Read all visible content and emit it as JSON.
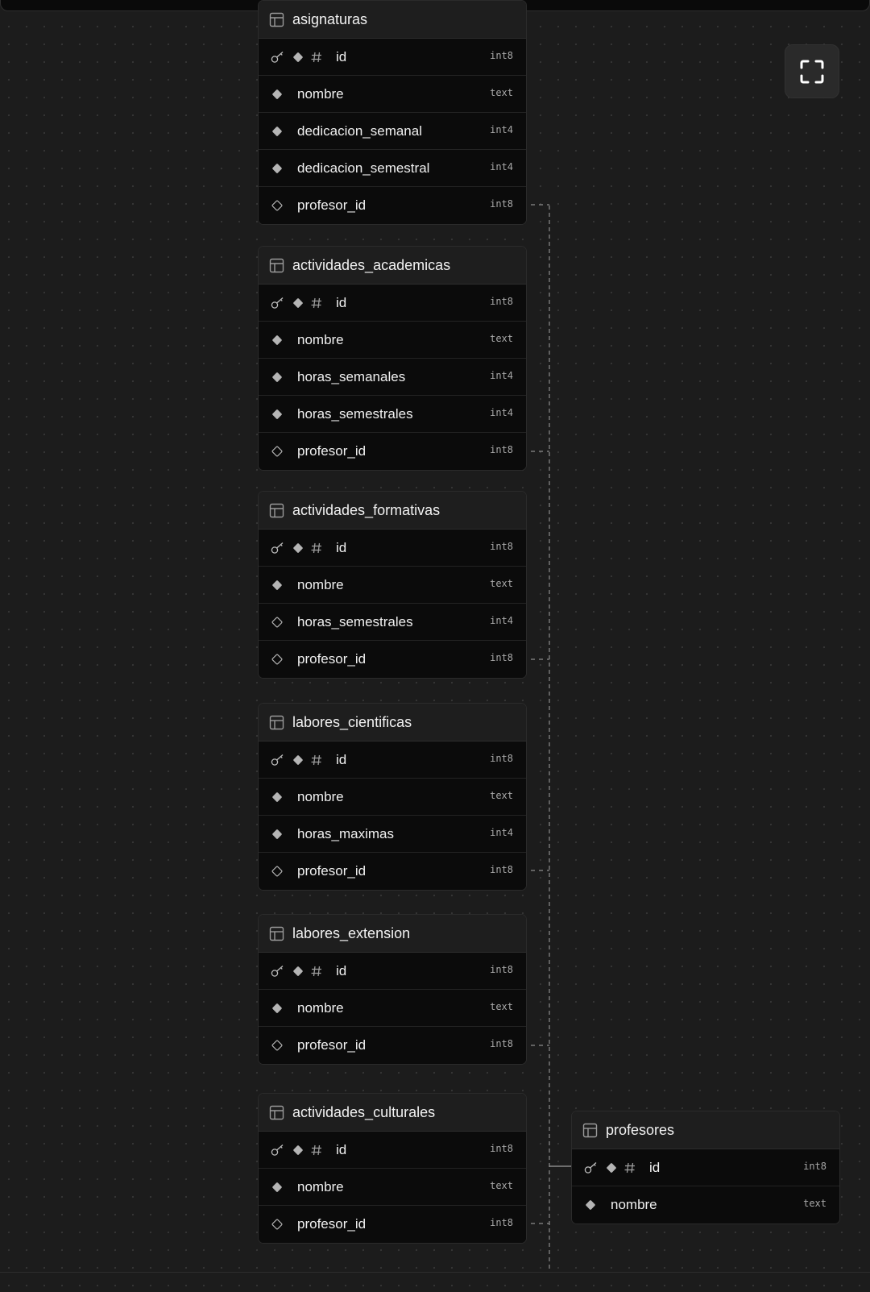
{
  "toolbar": {
    "fullscreen_icon": "expand-icon"
  },
  "tables": [
    {
      "name": "asignaturas",
      "columns": [
        {
          "name": "id",
          "type": "int8",
          "primary": true,
          "nullable": false
        },
        {
          "name": "nombre",
          "type": "text",
          "primary": false,
          "nullable": false
        },
        {
          "name": "dedicacion_semanal",
          "type": "int4",
          "primary": false,
          "nullable": false
        },
        {
          "name": "dedicacion_semestral",
          "type": "int4",
          "primary": false,
          "nullable": false
        },
        {
          "name": "profesor_id",
          "type": "int8",
          "primary": false,
          "nullable": true
        }
      ]
    },
    {
      "name": "actividades_academicas",
      "columns": [
        {
          "name": "id",
          "type": "int8",
          "primary": true,
          "nullable": false
        },
        {
          "name": "nombre",
          "type": "text",
          "primary": false,
          "nullable": false
        },
        {
          "name": "horas_semanales",
          "type": "int4",
          "primary": false,
          "nullable": false
        },
        {
          "name": "horas_semestrales",
          "type": "int4",
          "primary": false,
          "nullable": false
        },
        {
          "name": "profesor_id",
          "type": "int8",
          "primary": false,
          "nullable": true
        }
      ]
    },
    {
      "name": "actividades_formativas",
      "columns": [
        {
          "name": "id",
          "type": "int8",
          "primary": true,
          "nullable": false
        },
        {
          "name": "nombre",
          "type": "text",
          "primary": false,
          "nullable": false
        },
        {
          "name": "horas_semestrales",
          "type": "int4",
          "primary": false,
          "nullable": true
        },
        {
          "name": "profesor_id",
          "type": "int8",
          "primary": false,
          "nullable": true
        }
      ]
    },
    {
      "name": "labores_cientificas",
      "columns": [
        {
          "name": "id",
          "type": "int8",
          "primary": true,
          "nullable": false
        },
        {
          "name": "nombre",
          "type": "text",
          "primary": false,
          "nullable": false
        },
        {
          "name": "horas_maximas",
          "type": "int4",
          "primary": false,
          "nullable": false
        },
        {
          "name": "profesor_id",
          "type": "int8",
          "primary": false,
          "nullable": true
        }
      ]
    },
    {
      "name": "labores_extension",
      "columns": [
        {
          "name": "id",
          "type": "int8",
          "primary": true,
          "nullable": false
        },
        {
          "name": "nombre",
          "type": "text",
          "primary": false,
          "nullable": false
        },
        {
          "name": "profesor_id",
          "type": "int8",
          "primary": false,
          "nullable": true
        }
      ]
    },
    {
      "name": "actividades_culturales",
      "columns": [
        {
          "name": "id",
          "type": "int8",
          "primary": true,
          "nullable": false
        },
        {
          "name": "nombre",
          "type": "text",
          "primary": false,
          "nullable": false
        },
        {
          "name": "profesor_id",
          "type": "int8",
          "primary": false,
          "nullable": true
        }
      ]
    },
    {
      "name": "profesores",
      "columns": [
        {
          "name": "id",
          "type": "int8",
          "primary": true,
          "nullable": false
        },
        {
          "name": "nombre",
          "type": "text",
          "primary": false,
          "nullable": false
        }
      ]
    }
  ],
  "relations": [
    {
      "from": "asignaturas.profesor_id",
      "to": "profesores.id"
    },
    {
      "from": "actividades_academicas.profesor_id",
      "to": "profesores.id"
    },
    {
      "from": "actividades_formativas.profesor_id",
      "to": "profesores.id"
    },
    {
      "from": "labores_cientificas.profesor_id",
      "to": "profesores.id"
    },
    {
      "from": "labores_extension.profesor_id",
      "to": "profesores.id"
    },
    {
      "from": "actividades_culturales.profesor_id",
      "to": "profesores.id"
    }
  ]
}
